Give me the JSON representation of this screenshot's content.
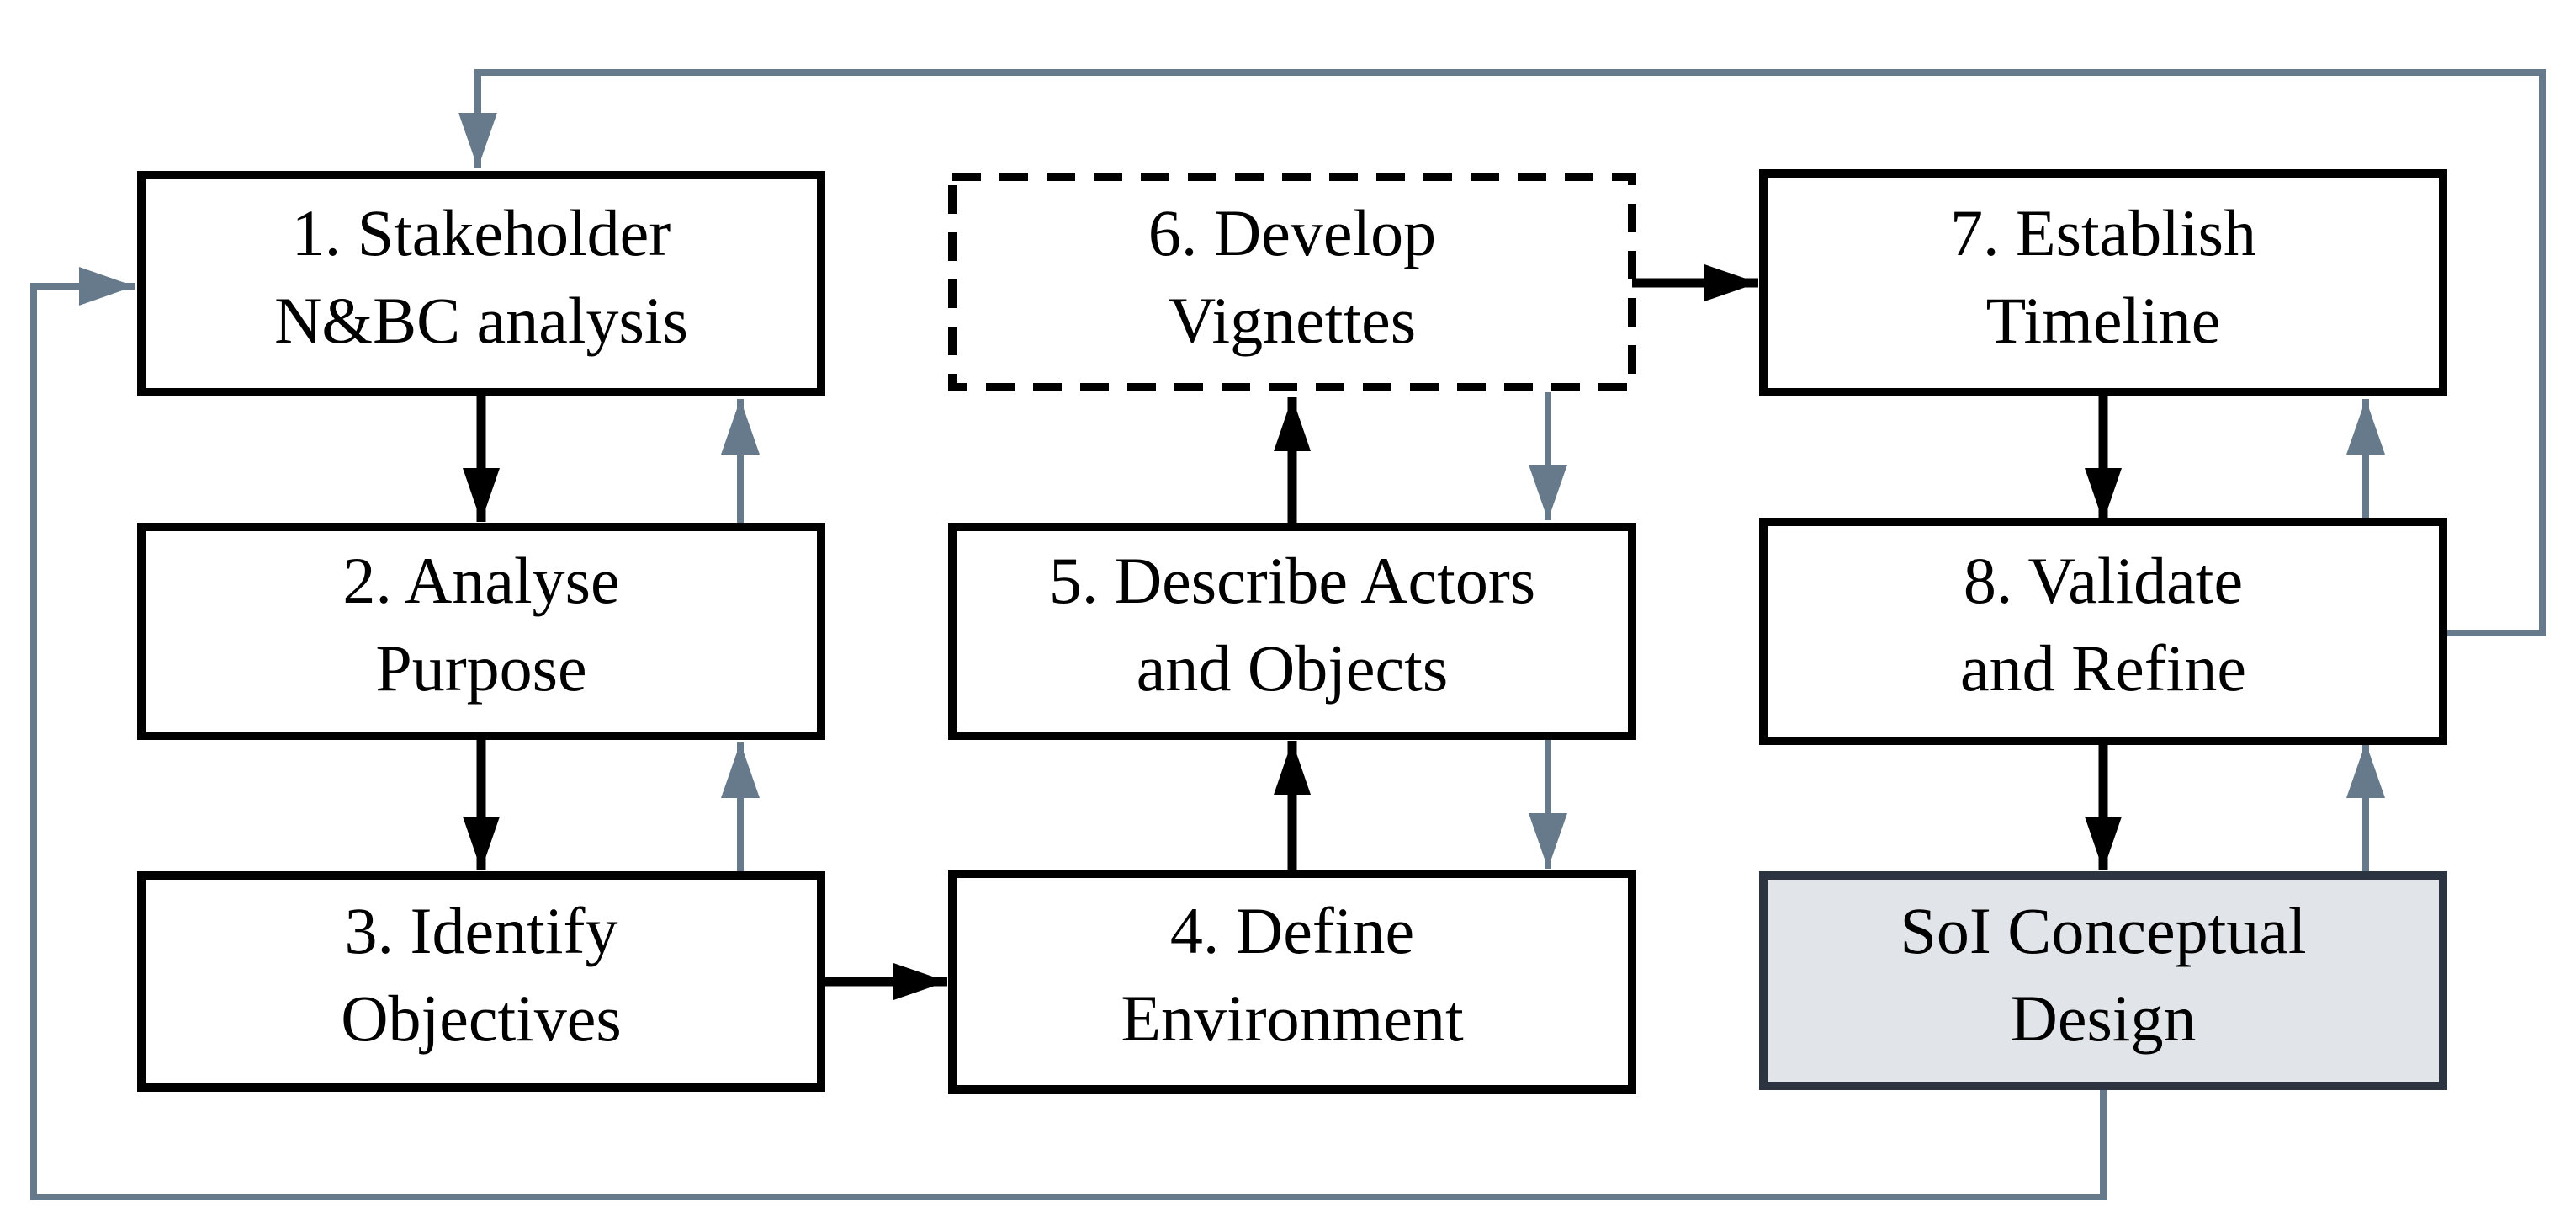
{
  "diagram": {
    "boxes": [
      {
        "id": "step-1",
        "lines": [
          "1. Stakeholder",
          "N&BC analysis"
        ],
        "border": "solid"
      },
      {
        "id": "step-2",
        "lines": [
          "2. Analyse",
          "Purpose"
        ],
        "border": "solid"
      },
      {
        "id": "step-3",
        "lines": [
          "3. Identify",
          "Objectives"
        ],
        "border": "solid"
      },
      {
        "id": "step-4",
        "lines": [
          "4. Define",
          "Environment"
        ],
        "border": "solid"
      },
      {
        "id": "step-5",
        "lines": [
          "5. Describe Actors",
          "and Objects"
        ],
        "border": "solid"
      },
      {
        "id": "step-6",
        "lines": [
          "6. Develop",
          "Vignettes"
        ],
        "border": "dashed"
      },
      {
        "id": "step-7",
        "lines": [
          "7. Establish",
          "Timeline"
        ],
        "border": "solid"
      },
      {
        "id": "step-8",
        "lines": [
          "8. Validate",
          "and Refine"
        ],
        "border": "solid"
      },
      {
        "id": "soi-output",
        "lines": [
          "SoI Conceptual",
          "Design"
        ],
        "border": "solid-filled"
      }
    ],
    "edges": [
      {
        "from": "1",
        "to": "2",
        "type": "main"
      },
      {
        "from": "2",
        "to": "3",
        "type": "main"
      },
      {
        "from": "3",
        "to": "4",
        "type": "main"
      },
      {
        "from": "4",
        "to": "5",
        "type": "main"
      },
      {
        "from": "5",
        "to": "6",
        "type": "main"
      },
      {
        "from": "6",
        "to": "7",
        "type": "main"
      },
      {
        "from": "7",
        "to": "8",
        "type": "main"
      },
      {
        "from": "8",
        "to": "SoI",
        "type": "main"
      },
      {
        "from": "2",
        "to": "1",
        "type": "feedback"
      },
      {
        "from": "3",
        "to": "2",
        "type": "feedback"
      },
      {
        "from": "6",
        "to": "5",
        "type": "feedback"
      },
      {
        "from": "5",
        "to": "4",
        "type": "feedback"
      },
      {
        "from": "8",
        "to": "7",
        "type": "feedback"
      },
      {
        "from": "SoI",
        "to": "8",
        "type": "feedback"
      },
      {
        "from": "8",
        "to": "1",
        "type": "feedback-outer-top-loop"
      },
      {
        "from": "SoI",
        "to": "1",
        "type": "feedback-outer-bottom-loop"
      }
    ],
    "colors": {
      "background": "#ffffff",
      "box_border": "#000000",
      "box_fill": "#ffffff",
      "main_arrow": "#000000",
      "feedback_arrow": "#667a8c",
      "soi_border": "#2b3440",
      "soi_fill": "#e1e4e8",
      "text": "#000000"
    }
  }
}
